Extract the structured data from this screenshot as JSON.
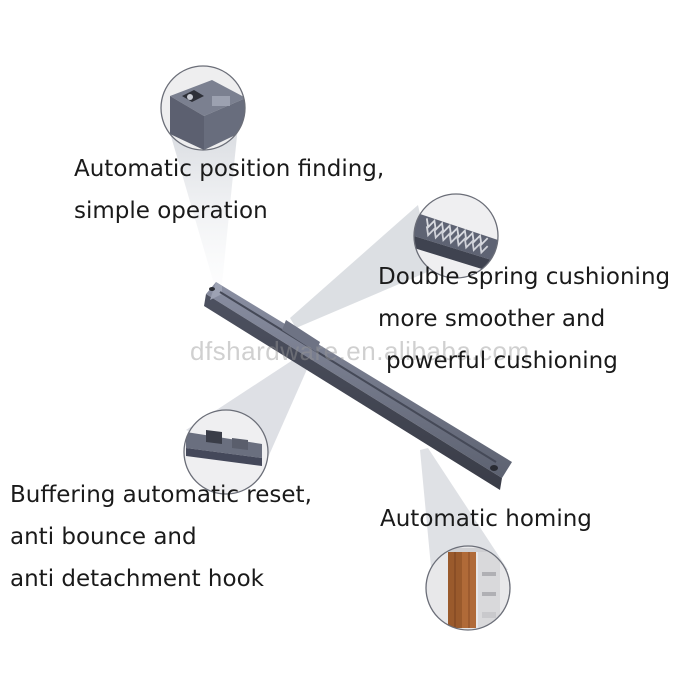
{
  "callouts": [
    {
      "lines": [
        "Automatic position finding,",
        "simple operation"
      ],
      "icon": "slider-end-closeup"
    },
    {
      "lines": [
        "Double spring cushioning",
        "more smoother and",
        "powerful cushioning"
      ],
      "icon": "spring-closeup"
    },
    {
      "lines": [
        "Buffering automatic reset,",
        "anti bounce and",
        "anti detachment hook"
      ],
      "icon": "hook-closeup"
    },
    {
      "lines": [
        "Automatic homing"
      ],
      "icon": "sliding-door-wardrobe"
    }
  ],
  "watermark": "dfshardware.en.alibaba.com",
  "colors": {
    "rail": "#5d6271",
    "rail_dark": "#434754",
    "rail_light": "#80859a",
    "beam": "#b9bec7",
    "door_wood": "#9a5a2c",
    "text": "#1a1a1a"
  }
}
